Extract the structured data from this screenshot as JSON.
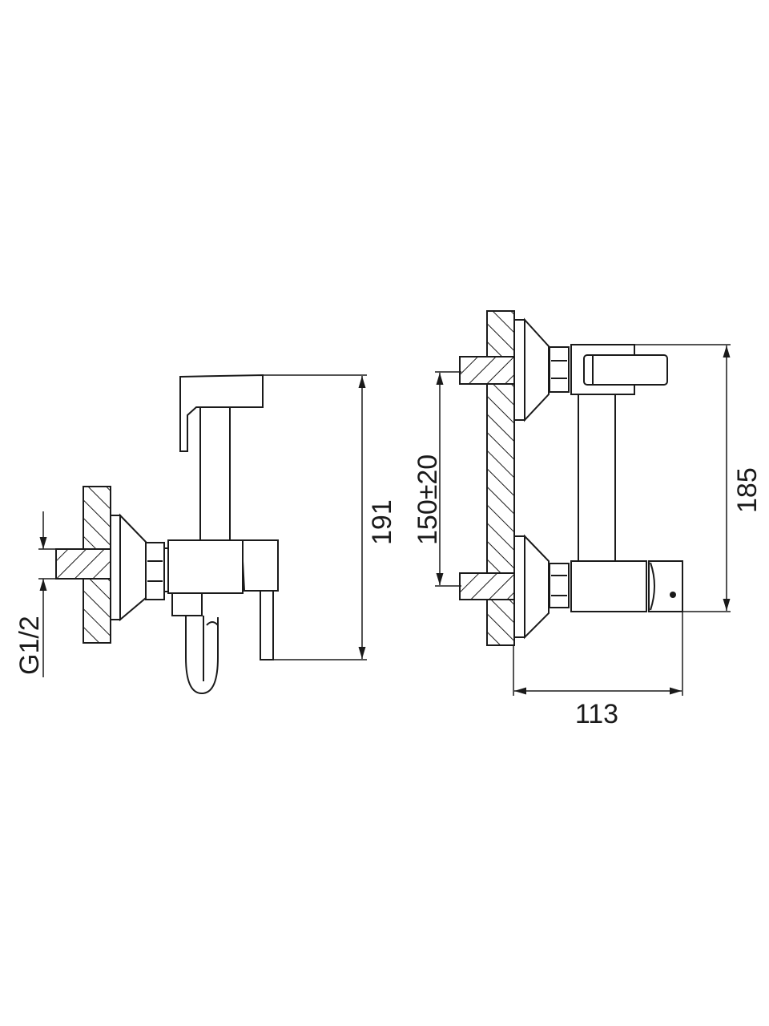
{
  "left_view": {
    "height_dimension": "191",
    "thread_label": "G1/2"
  },
  "right_view": {
    "height_dimension": "185",
    "inlet_spacing_dimension": "150±20",
    "depth_dimension": "113"
  },
  "colors": {
    "line": "#1a1a1a",
    "background": "#ffffff"
  }
}
